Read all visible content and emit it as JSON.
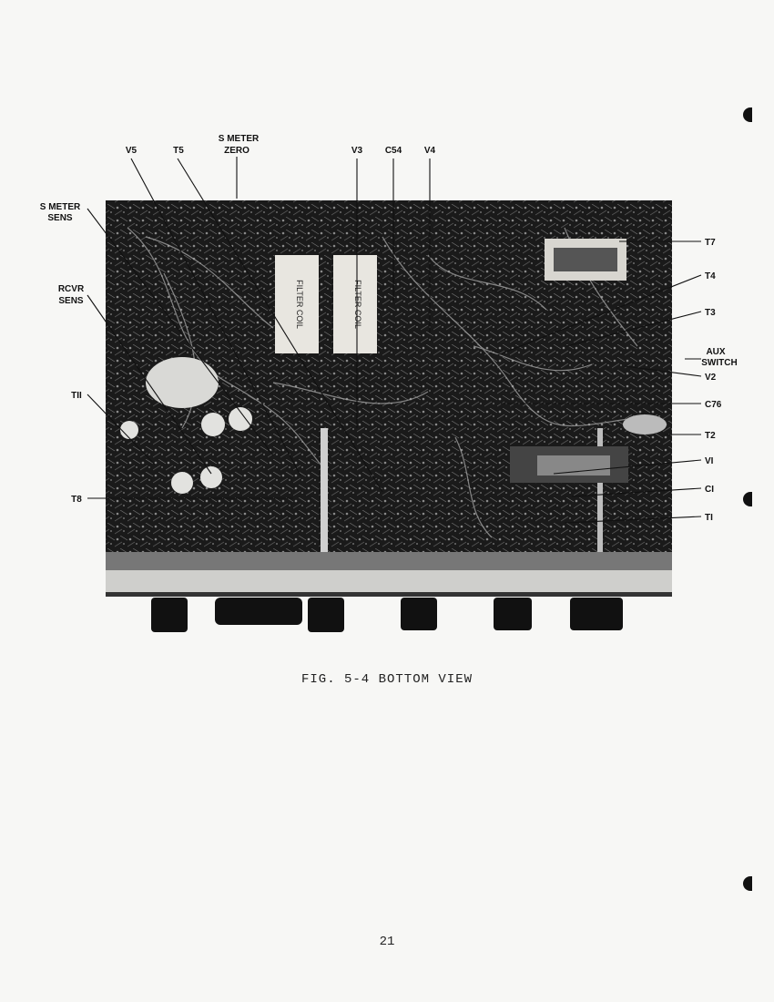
{
  "figure": {
    "caption": "FIG. 5-4   BOTTOM VIEW",
    "page_number": "21",
    "callouts": {
      "s_meter_zero": [
        "S METER",
        "ZERO"
      ],
      "v5": "V5",
      "t5": "T5",
      "v3": "V3",
      "c54": "C54",
      "v4": "V4",
      "s_meter_sens": [
        "S METER",
        "SENS"
      ],
      "rcvr_sens": [
        "RCVR",
        "SENS"
      ],
      "t11": "TII",
      "t8": "T8",
      "t7": "T7",
      "t4": "T4",
      "t3": "T3",
      "aux_switch": [
        "AUX",
        "SWITCH"
      ],
      "v2": "V2",
      "c76": "C76",
      "t2": "T2",
      "v1": "VI",
      "c1": "CI",
      "t1": "TI"
    },
    "photo_labels": {
      "coil_left": "FILTER COIL",
      "coil_right": "FILTER COIL"
    }
  }
}
